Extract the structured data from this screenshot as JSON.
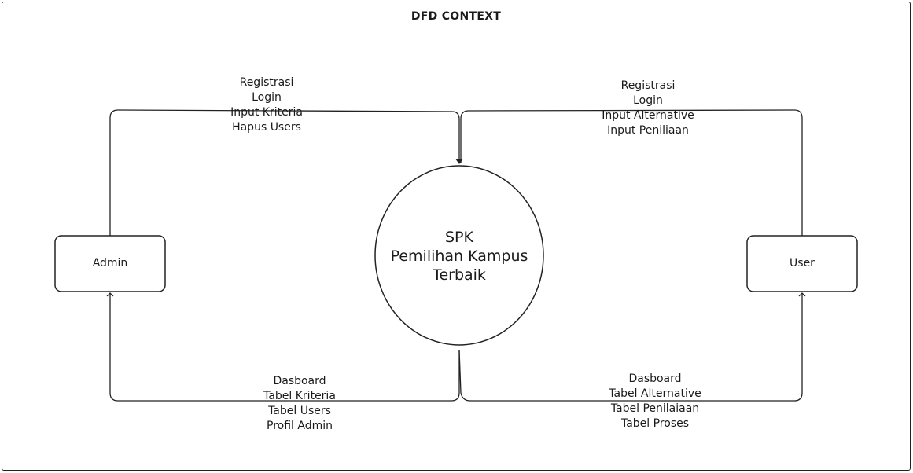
{
  "title": "DFD CONTEXT",
  "process": {
    "line1": "SPK",
    "line2": "Pemilihan Kampus",
    "line3": "Terbaik"
  },
  "entities": {
    "admin": "Admin",
    "user": "User"
  },
  "flows": {
    "admin_to_system": [
      "Registrasi",
      "Login",
      "Input Kriteria",
      "Hapus Users"
    ],
    "user_to_system": [
      "Registrasi",
      "Login",
      "Input Alternative",
      "Input Peniliaan"
    ],
    "system_to_admin": [
      "Dasboard",
      "Tabel Kriteria",
      "Tabel Users",
      "Profil Admin"
    ],
    "system_to_user": [
      "Dasboard",
      "Tabel Alternative",
      "Tabel Penilaiaan",
      "Tabel Proses"
    ]
  }
}
